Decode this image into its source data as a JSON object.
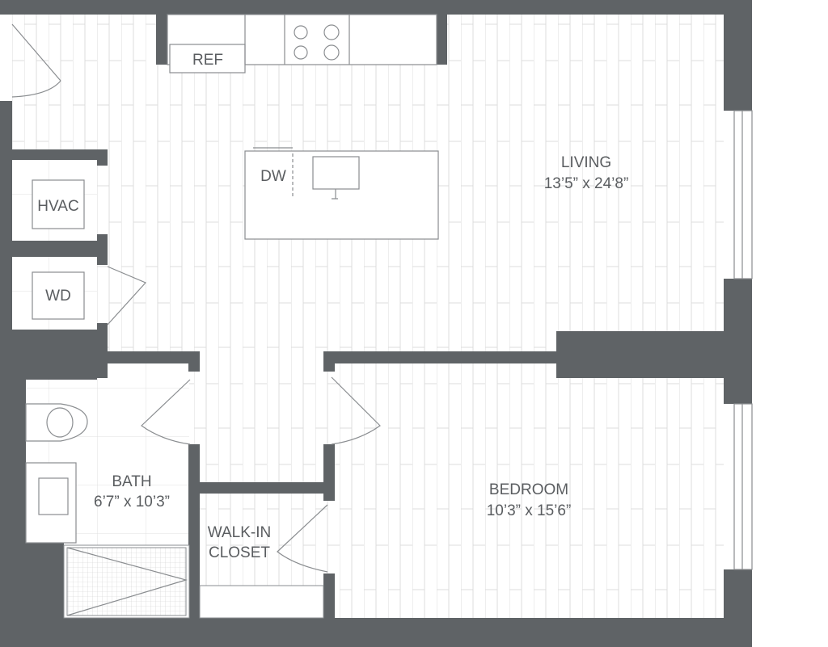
{
  "floorplan": {
    "rooms": {
      "living": {
        "name": "LIVING",
        "dims": "13’5” x 24’8”"
      },
      "bedroom": {
        "name": "BEDROOM",
        "dims": "10’3” x 15’6”"
      },
      "bath": {
        "name": "BATH",
        "dims": "6’7” x 10’3”"
      },
      "closet": {
        "line1": "WALK-IN",
        "line2": "CLOSET"
      }
    },
    "fixtures": {
      "ref": "REF",
      "dw": "DW",
      "hvac": "HVAC",
      "wd": "WD"
    },
    "colors": {
      "wall": "#5f6366",
      "line": "#8a8d90"
    }
  }
}
